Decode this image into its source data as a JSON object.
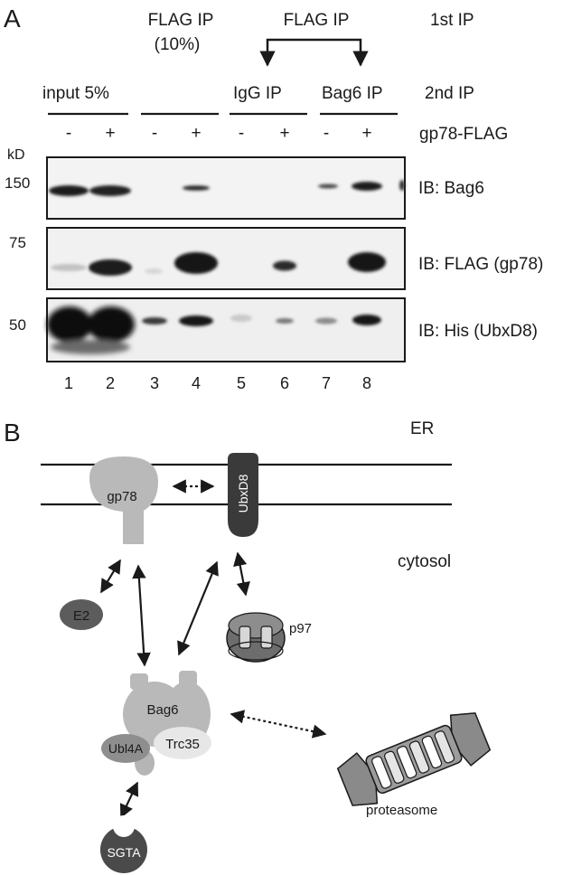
{
  "panel_a": {
    "label": "A",
    "header": {
      "flag_ip_10_line1": "FLAG IP",
      "flag_ip_10_line2": "(10%)",
      "flag_ip": "FLAG IP",
      "first_ip": "1st IP",
      "input": "input 5%",
      "igg_ip": "IgG IP",
      "bag6_ip": "Bag6 IP",
      "second_ip": "2nd IP",
      "gp78_flag": "gp78-FLAG",
      "kd": "kD"
    },
    "signs": [
      "-",
      "+",
      "-",
      "+",
      "-",
      "+",
      "-",
      "+"
    ],
    "markers": [
      "150",
      "75",
      "50"
    ],
    "blots": [
      "IB: Bag6",
      "IB: FLAG (gp78)",
      "IB: His (UbxD8)"
    ],
    "lanes": [
      "1",
      "2",
      "3",
      "4",
      "5",
      "6",
      "7",
      "8"
    ]
  },
  "panel_b": {
    "label": "B",
    "er": "ER",
    "cytosol": "cytosol",
    "gp78": "gp78",
    "ubxd8": "UbxD8",
    "e2": "E2",
    "p97": "p97",
    "bag6": "Bag6",
    "trc35": "Trc35",
    "ubl4a": "Ubl4A",
    "sgta": "SGTA",
    "proteasome": "proteasome"
  }
}
